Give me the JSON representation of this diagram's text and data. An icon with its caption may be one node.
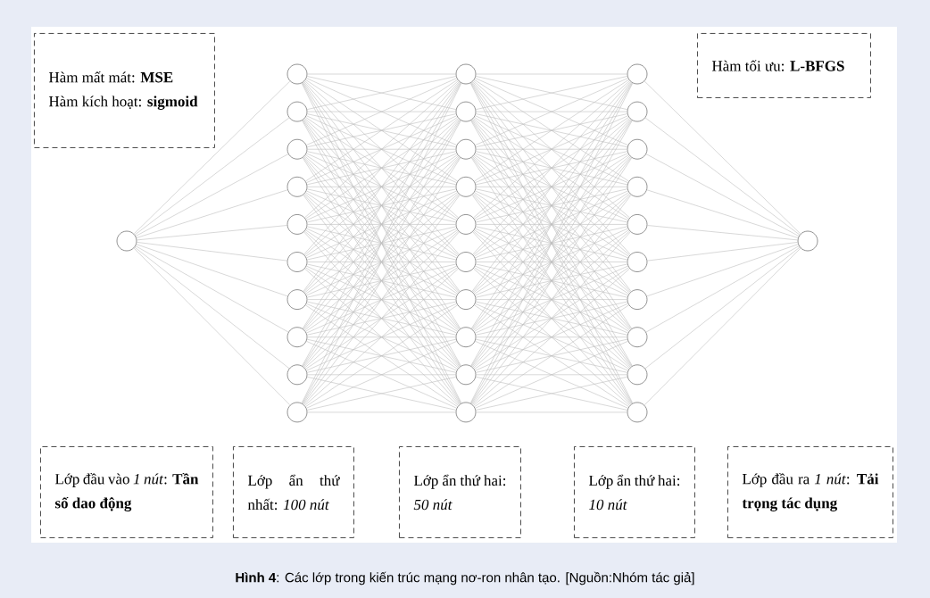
{
  "diagram": {
    "caption": "**Hình 4**: Các lớp trong kiến trúc mạng nơ-ron nhân tạo. [Nguồn:Nhóm tác giả]",
    "nodes": [
      {
        "text": [
          "Hàm mất mát: **MSE**",
          "Hàm kích hoạt: **sigmoid**"
        ]
      },
      {
        "text": [
          "Hàm tối ưu: **L-BFGS**"
        ]
      },
      {
        "text": [],
        "shape": "circle"
      },
      {
        "text": [],
        "shape": "circle"
      },
      {
        "text": [],
        "shape": "circle"
      },
      {
        "text": [],
        "shape": "circle"
      },
      {
        "text": [],
        "shape": "circle"
      },
      {
        "text": [],
        "shape": "circle"
      },
      {
        "text": [],
        "shape": "circle"
      },
      {
        "text": [],
        "shape": "circle"
      },
      {
        "text": [],
        "shape": "circle"
      },
      {
        "text": [],
        "shape": "circle"
      },
      {
        "text": [],
        "shape": "circle"
      },
      {
        "text": [],
        "shape": "circle"
      },
      {
        "text": [],
        "shape": "circle"
      },
      {
        "text": [],
        "shape": "circle"
      },
      {
        "text": [],
        "shape": "circle"
      },
      {
        "text": [],
        "shape": "circle"
      },
      {
        "text": [],
        "shape": "circle"
      },
      {
        "text": [],
        "shape": "circle"
      },
      {
        "text": [],
        "shape": "circle"
      },
      {
        "text": [],
        "shape": "circle"
      },
      {
        "text": [],
        "shape": "circle"
      },
      {
        "text": [],
        "shape": "circle"
      },
      {
        "text": [],
        "shape": "circle"
      },
      {
        "text": [],
        "shape": "circle"
      },
      {
        "text": [],
        "shape": "circle"
      },
      {
        "text": [],
        "shape": "circle"
      },
      {
        "text": [],
        "shape": "circle"
      },
      {
        "text": [],
        "shape": "circle"
      },
      {
        "text": [],
        "shape": "circle"
      },
      {
        "text": [],
        "shape": "circle"
      },
      {
        "text": [],
        "shape": "circle"
      },
      {
        "text": [],
        "shape": "circle"
      },
      {
        "text": [
          "Lớp đầu vào *1 nút*: **Tần số dao động**"
        ]
      },
      {
        "text": [
          "Lớp ẩn thứ nhất: *100 nút*"
        ]
      },
      {
        "text": [
          "Lớp ẩn thứ hai: *50 nút*"
        ]
      },
      {
        "text": [
          "Lớp ẩn thứ hai: *10 nút*"
        ]
      },
      {
        "text": [
          "Lớp đầu ra *1 nút*: **Tải trọng tác dụng**"
        ]
      }
    ],
    "edges": [
      {
        "from": 2,
        "to": 3,
        "arrow": "none"
      },
      {
        "from": 2,
        "to": 4,
        "arrow": "none"
      },
      {
        "from": 2,
        "to": 5,
        "arrow": "none"
      },
      {
        "from": 2,
        "to": 6,
        "arrow": "none"
      },
      {
        "from": 2,
        "to": 7,
        "arrow": "none"
      },
      {
        "from": 2,
        "to": 8,
        "arrow": "none"
      },
      {
        "from": 2,
        "to": 9,
        "arrow": "none"
      },
      {
        "from": 2,
        "to": 10,
        "arrow": "none"
      },
      {
        "from": 2,
        "to": 11,
        "arrow": "none"
      },
      {
        "from": 2,
        "to": 12,
        "arrow": "none"
      },
      {
        "from": 3,
        "to": 13,
        "arrow": "none"
      },
      {
        "from": 3,
        "to": 14,
        "arrow": "none"
      },
      {
        "from": 3,
        "to": 15,
        "arrow": "none"
      },
      {
        "from": 3,
        "to": 16,
        "arrow": "none"
      },
      {
        "from": 3,
        "to": 17,
        "arrow": "none"
      },
      {
        "from": 3,
        "to": 18,
        "arrow": "none"
      },
      {
        "from": 3,
        "to": 19,
        "arrow": "none"
      },
      {
        "from": 3,
        "to": 20,
        "arrow": "none"
      },
      {
        "from": 3,
        "to": 21,
        "arrow": "none"
      },
      {
        "from": 3,
        "to": 22,
        "arrow": "none"
      },
      {
        "from": 4,
        "to": 13,
        "arrow": "none"
      },
      {
        "from": 4,
        "to": 14,
        "arrow": "none"
      },
      {
        "from": 4,
        "to": 15,
        "arrow": "none"
      },
      {
        "from": 4,
        "to": 16,
        "arrow": "none"
      },
      {
        "from": 4,
        "to": 17,
        "arrow": "none"
      },
      {
        "from": 4,
        "to": 18,
        "arrow": "none"
      },
      {
        "from": 4,
        "to": 19,
        "arrow": "none"
      },
      {
        "from": 4,
        "to": 20,
        "arrow": "none"
      },
      {
        "from": 4,
        "to": 21,
        "arrow": "none"
      },
      {
        "from": 4,
        "to": 22,
        "arrow": "none"
      },
      {
        "from": 5,
        "to": 13,
        "arrow": "none"
      },
      {
        "from": 5,
        "to": 14,
        "arrow": "none"
      },
      {
        "from": 5,
        "to": 15,
        "arrow": "none"
      },
      {
        "from": 5,
        "to": 16,
        "arrow": "none"
      },
      {
        "from": 5,
        "to": 17,
        "arrow": "none"
      },
      {
        "from": 5,
        "to": 18,
        "arrow": "none"
      },
      {
        "from": 5,
        "to": 19,
        "arrow": "none"
      },
      {
        "from": 5,
        "to": 20,
        "arrow": "none"
      },
      {
        "from": 5,
        "to": 21,
        "arrow": "none"
      },
      {
        "from": 5,
        "to": 22,
        "arrow": "none"
      },
      {
        "from": 6,
        "to": 13,
        "arrow": "none"
      },
      {
        "from": 6,
        "to": 14,
        "arrow": "none"
      },
      {
        "from": 6,
        "to": 15,
        "arrow": "none"
      },
      {
        "from": 6,
        "to": 16,
        "arrow": "none"
      },
      {
        "from": 6,
        "to": 17,
        "arrow": "none"
      },
      {
        "from": 6,
        "to": 18,
        "arrow": "none"
      },
      {
        "from": 6,
        "to": 19,
        "arrow": "none"
      },
      {
        "from": 6,
        "to": 20,
        "arrow": "none"
      },
      {
        "from": 6,
        "to": 21,
        "arrow": "none"
      },
      {
        "from": 6,
        "to": 22,
        "arrow": "none"
      },
      {
        "from": 7,
        "to": 13,
        "arrow": "none"
      },
      {
        "from": 7,
        "to": 14,
        "arrow": "none"
      },
      {
        "from": 7,
        "to": 15,
        "arrow": "none"
      },
      {
        "from": 7,
        "to": 16,
        "arrow": "none"
      },
      {
        "from": 7,
        "to": 17,
        "arrow": "none"
      },
      {
        "from": 7,
        "to": 18,
        "arrow": "none"
      },
      {
        "from": 7,
        "to": 19,
        "arrow": "none"
      },
      {
        "from": 7,
        "to": 20,
        "arrow": "none"
      },
      {
        "from": 7,
        "to": 21,
        "arrow": "none"
      },
      {
        "from": 7,
        "to": 22,
        "arrow": "none"
      },
      {
        "from": 8,
        "to": 13,
        "arrow": "none"
      },
      {
        "from": 8,
        "to": 14,
        "arrow": "none"
      },
      {
        "from": 8,
        "to": 15,
        "arrow": "none"
      },
      {
        "from": 8,
        "to": 16,
        "arrow": "none"
      },
      {
        "from": 8,
        "to": 17,
        "arrow": "none"
      },
      {
        "from": 8,
        "to": 18,
        "arrow": "none"
      },
      {
        "from": 8,
        "to": 19,
        "arrow": "none"
      },
      {
        "from": 8,
        "to": 20,
        "arrow": "none"
      },
      {
        "from": 8,
        "to": 21,
        "arrow": "none"
      },
      {
        "from": 8,
        "to": 22,
        "arrow": "none"
      },
      {
        "from": 9,
        "to": 13,
        "arrow": "none"
      },
      {
        "from": 9,
        "to": 14,
        "arrow": "none"
      },
      {
        "from": 9,
        "to": 15,
        "arrow": "none"
      },
      {
        "from": 9,
        "to": 16,
        "arrow": "none"
      },
      {
        "from": 9,
        "to": 17,
        "arrow": "none"
      },
      {
        "from": 9,
        "to": 18,
        "arrow": "none"
      },
      {
        "from": 9,
        "to": 19,
        "arrow": "none"
      },
      {
        "from": 9,
        "to": 20,
        "arrow": "none"
      },
      {
        "from": 9,
        "to": 21,
        "arrow": "none"
      },
      {
        "from": 9,
        "to": 22,
        "arrow": "none"
      },
      {
        "from": 10,
        "to": 13,
        "arrow": "none"
      },
      {
        "from": 10,
        "to": 14,
        "arrow": "none"
      },
      {
        "from": 10,
        "to": 15,
        "arrow": "none"
      },
      {
        "from": 10,
        "to": 16,
        "arrow": "none"
      },
      {
        "from": 10,
        "to": 17,
        "arrow": "none"
      },
      {
        "from": 10,
        "to": 18,
        "arrow": "none"
      },
      {
        "from": 10,
        "to": 19,
        "arrow": "none"
      },
      {
        "from": 10,
        "to": 20,
        "arrow": "none"
      },
      {
        "from": 10,
        "to": 21,
        "arrow": "none"
      },
      {
        "from": 10,
        "to": 22,
        "arrow": "none"
      },
      {
        "from": 11,
        "to": 13,
        "arrow": "none"
      },
      {
        "from": 11,
        "to": 14,
        "arrow": "none"
      },
      {
        "from": 11,
        "to": 15,
        "arrow": "none"
      },
      {
        "from": 11,
        "to": 16,
        "arrow": "none"
      },
      {
        "from": 11,
        "to": 17,
        "arrow": "none"
      },
      {
        "from": 11,
        "to": 18,
        "arrow": "none"
      },
      {
        "from": 11,
        "to": 19,
        "arrow": "none"
      },
      {
        "from": 11,
        "to": 20,
        "arrow": "none"
      },
      {
        "from": 11,
        "to": 21,
        "arrow": "none"
      },
      {
        "from": 11,
        "to": 22,
        "arrow": "none"
      },
      {
        "from": 12,
        "to": 13,
        "arrow": "none"
      },
      {
        "from": 12,
        "to": 14,
        "arrow": "none"
      },
      {
        "from": 12,
        "to": 15,
        "arrow": "none"
      },
      {
        "from": 12,
        "to": 16,
        "arrow": "none"
      },
      {
        "from": 12,
        "to": 17,
        "arrow": "none"
      },
      {
        "from": 12,
        "to": 18,
        "arrow": "none"
      },
      {
        "from": 12,
        "to": 19,
        "arrow": "none"
      },
      {
        "from": 12,
        "to": 20,
        "arrow": "none"
      },
      {
        "from": 12,
        "to": 21,
        "arrow": "none"
      },
      {
        "from": 12,
        "to": 22,
        "arrow": "none"
      },
      {
        "from": 13,
        "to": 23,
        "arrow": "none"
      },
      {
        "from": 13,
        "to": 24,
        "arrow": "none"
      },
      {
        "from": 13,
        "to": 25,
        "arrow": "none"
      },
      {
        "from": 13,
        "to": 26,
        "arrow": "none"
      },
      {
        "from": 13,
        "to": 27,
        "arrow": "none"
      },
      {
        "from": 13,
        "to": 28,
        "arrow": "none"
      },
      {
        "from": 13,
        "to": 29,
        "arrow": "none"
      },
      {
        "from": 13,
        "to": 30,
        "arrow": "none"
      },
      {
        "from": 13,
        "to": 31,
        "arrow": "none"
      },
      {
        "from": 13,
        "to": 32,
        "arrow": "none"
      },
      {
        "from": 14,
        "to": 23,
        "arrow": "none"
      },
      {
        "from": 14,
        "to": 24,
        "arrow": "none"
      },
      {
        "from": 14,
        "to": 25,
        "arrow": "none"
      },
      {
        "from": 14,
        "to": 26,
        "arrow": "none"
      },
      {
        "from": 14,
        "to": 27,
        "arrow": "none"
      },
      {
        "from": 14,
        "to": 28,
        "arrow": "none"
      },
      {
        "from": 14,
        "to": 29,
        "arrow": "none"
      },
      {
        "from": 14,
        "to": 30,
        "arrow": "none"
      },
      {
        "from": 14,
        "to": 31,
        "arrow": "none"
      },
      {
        "from": 14,
        "to": 32,
        "arrow": "none"
      },
      {
        "from": 15,
        "to": 23,
        "arrow": "none"
      },
      {
        "from": 15,
        "to": 24,
        "arrow": "none"
      },
      {
        "from": 15,
        "to": 25,
        "arrow": "none"
      },
      {
        "from": 15,
        "to": 26,
        "arrow": "none"
      },
      {
        "from": 15,
        "to": 27,
        "arrow": "none"
      },
      {
        "from": 15,
        "to": 28,
        "arrow": "none"
      },
      {
        "from": 15,
        "to": 29,
        "arrow": "none"
      },
      {
        "from": 15,
        "to": 30,
        "arrow": "none"
      },
      {
        "from": 15,
        "to": 31,
        "arrow": "none"
      },
      {
        "from": 15,
        "to": 32,
        "arrow": "none"
      },
      {
        "from": 16,
        "to": 23,
        "arrow": "none"
      },
      {
        "from": 16,
        "to": 24,
        "arrow": "none"
      },
      {
        "from": 16,
        "to": 25,
        "arrow": "none"
      },
      {
        "from": 16,
        "to": 26,
        "arrow": "none"
      },
      {
        "from": 16,
        "to": 27,
        "arrow": "none"
      },
      {
        "from": 16,
        "to": 28,
        "arrow": "none"
      },
      {
        "from": 16,
        "to": 29,
        "arrow": "none"
      },
      {
        "from": 16,
        "to": 30,
        "arrow": "none"
      },
      {
        "from": 16,
        "to": 31,
        "arrow": "none"
      },
      {
        "from": 16,
        "to": 32,
        "arrow": "none"
      },
      {
        "from": 17,
        "to": 23,
        "arrow": "none"
      },
      {
        "from": 17,
        "to": 24,
        "arrow": "none"
      },
      {
        "from": 17,
        "to": 25,
        "arrow": "none"
      },
      {
        "from": 17,
        "to": 26,
        "arrow": "none"
      },
      {
        "from": 17,
        "to": 27,
        "arrow": "none"
      },
      {
        "from": 17,
        "to": 28,
        "arrow": "none"
      },
      {
        "from": 17,
        "to": 29,
        "arrow": "none"
      },
      {
        "from": 17,
        "to": 30,
        "arrow": "none"
      },
      {
        "from": 17,
        "to": 31,
        "arrow": "none"
      },
      {
        "from": 17,
        "to": 32,
        "arrow": "none"
      },
      {
        "from": 18,
        "to": 23,
        "arrow": "none"
      },
      {
        "from": 18,
        "to": 24,
        "arrow": "none"
      },
      {
        "from": 18,
        "to": 25,
        "arrow": "none"
      },
      {
        "from": 18,
        "to": 26,
        "arrow": "none"
      },
      {
        "from": 18,
        "to": 27,
        "arrow": "none"
      },
      {
        "from": 18,
        "to": 28,
        "arrow": "none"
      },
      {
        "from": 18,
        "to": 29,
        "arrow": "none"
      },
      {
        "from": 18,
        "to": 30,
        "arrow": "none"
      },
      {
        "from": 18,
        "to": 31,
        "arrow": "none"
      },
      {
        "from": 18,
        "to": 32,
        "arrow": "none"
      },
      {
        "from": 19,
        "to": 23,
        "arrow": "none"
      },
      {
        "from": 19,
        "to": 24,
        "arrow": "none"
      },
      {
        "from": 19,
        "to": 25,
        "arrow": "none"
      },
      {
        "from": 19,
        "to": 26,
        "arrow": "none"
      },
      {
        "from": 19,
        "to": 27,
        "arrow": "none"
      },
      {
        "from": 19,
        "to": 28,
        "arrow": "none"
      },
      {
        "from": 19,
        "to": 29,
        "arrow": "none"
      },
      {
        "from": 19,
        "to": 30,
        "arrow": "none"
      },
      {
        "from": 19,
        "to": 31,
        "arrow": "none"
      },
      {
        "from": 19,
        "to": 32,
        "arrow": "none"
      },
      {
        "from": 20,
        "to": 23,
        "arrow": "none"
      },
      {
        "from": 20,
        "to": 24,
        "arrow": "none"
      },
      {
        "from": 20,
        "to": 25,
        "arrow": "none"
      },
      {
        "from": 20,
        "to": 26,
        "arrow": "none"
      },
      {
        "from": 20,
        "to": 27,
        "arrow": "none"
      },
      {
        "from": 20,
        "to": 28,
        "arrow": "none"
      },
      {
        "from": 20,
        "to": 29,
        "arrow": "none"
      },
      {
        "from": 20,
        "to": 30,
        "arrow": "none"
      },
      {
        "from": 20,
        "to": 31,
        "arrow": "none"
      },
      {
        "from": 20,
        "to": 32,
        "arrow": "none"
      },
      {
        "from": 21,
        "to": 23,
        "arrow": "none"
      },
      {
        "from": 21,
        "to": 24,
        "arrow": "none"
      },
      {
        "from": 21,
        "to": 25,
        "arrow": "none"
      },
      {
        "from": 21,
        "to": 26,
        "arrow": "none"
      },
      {
        "from": 21,
        "to": 27,
        "arrow": "none"
      },
      {
        "from": 21,
        "to": 28,
        "arrow": "none"
      },
      {
        "from": 21,
        "to": 29,
        "arrow": "none"
      },
      {
        "from": 21,
        "to": 30,
        "arrow": "none"
      },
      {
        "from": 21,
        "to": 31,
        "arrow": "none"
      },
      {
        "from": 21,
        "to": 32,
        "arrow": "none"
      },
      {
        "from": 22,
        "to": 23,
        "arrow": "none"
      },
      {
        "from": 22,
        "to": 24,
        "arrow": "none"
      },
      {
        "from": 22,
        "to": 25,
        "arrow": "none"
      },
      {
        "from": 22,
        "to": 26,
        "arrow": "none"
      },
      {
        "from": 22,
        "to": 27,
        "arrow": "none"
      },
      {
        "from": 22,
        "to": 28,
        "arrow": "none"
      },
      {
        "from": 22,
        "to": 29,
        "arrow": "none"
      },
      {
        "from": 22,
        "to": 30,
        "arrow": "none"
      },
      {
        "from": 22,
        "to": 31,
        "arrow": "none"
      },
      {
        "from": 22,
        "to": 32,
        "arrow": "none"
      },
      {
        "from": 23,
        "to": 33,
        "arrow": "none"
      },
      {
        "from": 24,
        "to": 33,
        "arrow": "none"
      },
      {
        "from": 25,
        "to": 33,
        "arrow": "none"
      },
      {
        "from": 26,
        "to": 33,
        "arrow": "none"
      },
      {
        "from": 27,
        "to": 33,
        "arrow": "none"
      },
      {
        "from": 28,
        "to": 33,
        "arrow": "none"
      },
      {
        "from": 29,
        "to": 33,
        "arrow": "none"
      },
      {
        "from": 30,
        "to": 33,
        "arrow": "none"
      },
      {
        "from": 31,
        "to": 33,
        "arrow": "none"
      },
      {
        "from": 32,
        "to": 33,
        "arrow": "none"
      }
    ]
  }
}
